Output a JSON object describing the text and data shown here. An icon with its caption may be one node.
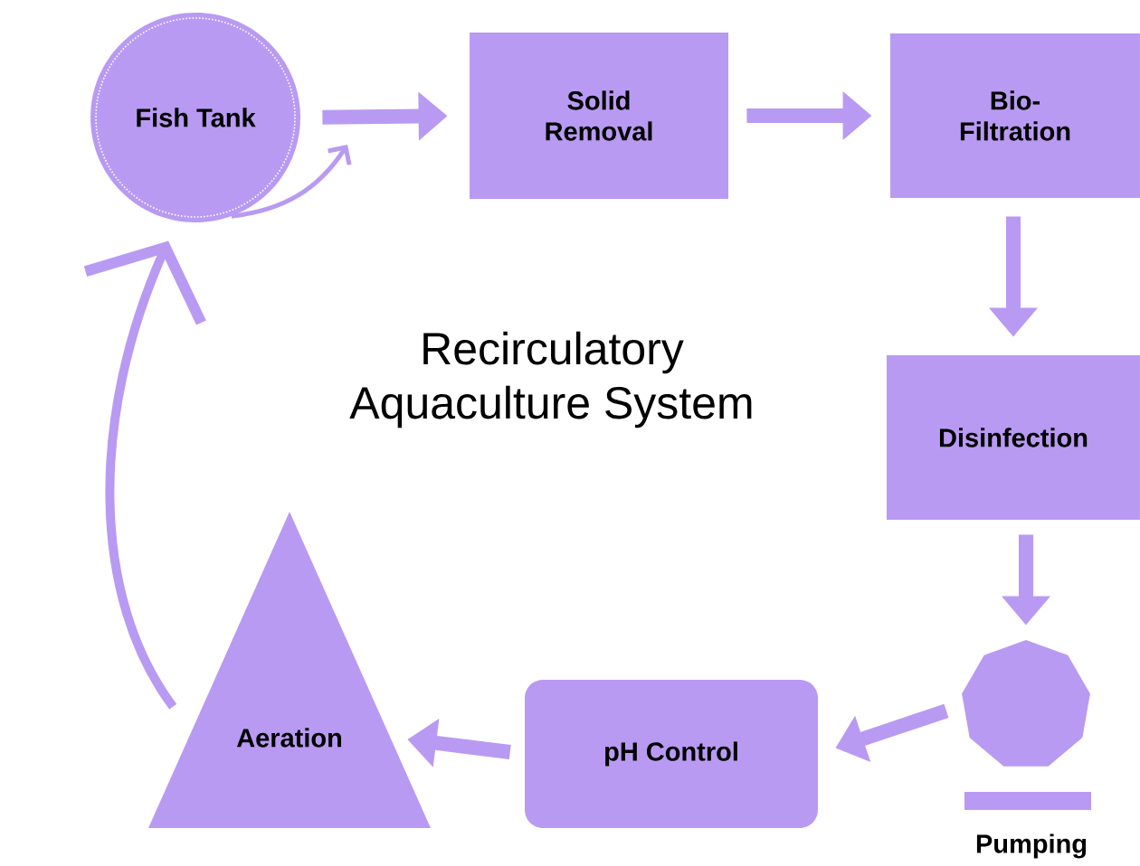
{
  "diagram": {
    "title": "Recirculatory Aquaculture System",
    "nodes": [
      {
        "text": [
          "Fish Tank"
        ]
      },
      {
        "text": [
          "Solid Removal"
        ]
      },
      {
        "text": [
          "Bio-Filtration"
        ]
      },
      {
        "text": [
          "Disinfection"
        ]
      },
      {
        "text": [
          "Pumping"
        ]
      },
      {
        "text": [
          "pH Control"
        ]
      },
      {
        "text": [
          "Aeration"
        ]
      }
    ],
    "edges": [
      {
        "from": 0,
        "to": 1,
        "arrow": "to"
      },
      {
        "from": 1,
        "to": 2,
        "arrow": "to"
      },
      {
        "from": 2,
        "to": 3,
        "arrow": "to"
      },
      {
        "from": 3,
        "to": 4,
        "arrow": "to"
      },
      {
        "from": 4,
        "to": 5,
        "arrow": "to"
      },
      {
        "from": 5,
        "to": 6,
        "arrow": "to"
      },
      {
        "from": 6,
        "to": 0,
        "arrow": "to"
      },
      {
        "from": 0,
        "to": null,
        "arrow": "to"
      }
    ]
  }
}
